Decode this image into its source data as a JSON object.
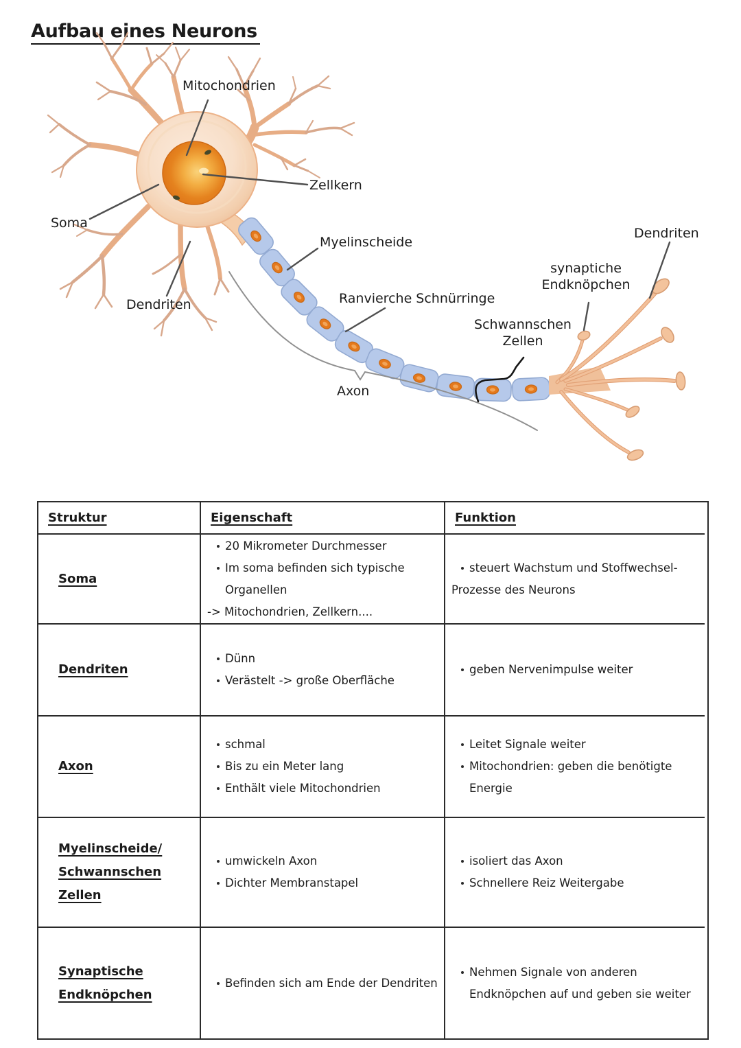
{
  "page": {
    "title": "Aufbau eines Neurons"
  },
  "diagram": {
    "labels": {
      "mitochondrien": "Mitochondrien",
      "zellkern": "Zellkern",
      "soma": "Soma",
      "dendriten_left": "Dendriten",
      "myelinscheide": "Myelinscheide",
      "ranvier": "Ranvierche Schnürringe",
      "axon": "Axon",
      "syn_end_line1": "synaptiche",
      "syn_end_line2": "Endknöpchen",
      "schwann_line1": "Schwannschen",
      "schwann_line2": "Zellen",
      "dendriten_right": "Dendriten"
    },
    "colors": {
      "soma_fill": "#f7dcc4",
      "soma_outline": "#e9b28a",
      "nucleus_outer": "#dd7318",
      "nucleus_inner": "#fad37a",
      "dendrite": "#e7ad85",
      "myelin_fill": "#b6c9ea",
      "myelin_outline": "#93aad2",
      "schwann_nucleus": "#ec8a2e",
      "terminal": "#e2a176",
      "pointer_line": "#4f4f4f",
      "axon_sweep_line": "#909090",
      "brace": "#161616"
    }
  },
  "table": {
    "headers": [
      "Struktur",
      "Eigenschaft",
      "Funktion"
    ],
    "rows": [
      {
        "struktur": [
          "Soma"
        ],
        "eigenschaft": [
          {
            "k": "b",
            "t": "20 Mikrometer Durchmesser"
          },
          {
            "k": "b",
            "t": "Im soma befinden sich typische"
          },
          {
            "k": "c",
            "t": "Organellen"
          },
          {
            "k": "p",
            "t": "-> Mitochondrien, Zellkern...."
          }
        ],
        "funktion": [
          {
            "k": "b",
            "t": "steuert Wachstum und Stoffwechsel-"
          },
          {
            "k": "p",
            "t": "Prozesse des Neurons"
          }
        ]
      },
      {
        "struktur": [
          "Dendriten"
        ],
        "eigenschaft": [
          {
            "k": "b",
            "t": "Dünn"
          },
          {
            "k": "b",
            "t": "Verästelt -> große Oberfläche"
          }
        ],
        "funktion": [
          {
            "k": "b",
            "t": "geben Nervenimpulse weiter"
          }
        ]
      },
      {
        "struktur": [
          "Axon"
        ],
        "eigenschaft": [
          {
            "k": "b",
            "t": "schmal"
          },
          {
            "k": "b",
            "t": "Bis zu ein Meter lang"
          },
          {
            "k": "b",
            "t": "Enthält viele Mitochondrien"
          }
        ],
        "funktion": [
          {
            "k": "b",
            "t": "Leitet Signale weiter"
          },
          {
            "k": "b",
            "t": "Mitochondrien: geben die benötigte"
          },
          {
            "k": "c",
            "t": "Energie"
          }
        ]
      },
      {
        "struktur": [
          "Myelinscheide/",
          "Schwannschen",
          "Zellen"
        ],
        "eigenschaft": [
          {
            "k": "b",
            "t": "umwickeln Axon"
          },
          {
            "k": "b",
            "t": "Dichter Membranstapel"
          }
        ],
        "funktion": [
          {
            "k": "b",
            "t": "isoliert das Axon"
          },
          {
            "k": "b",
            "t": "Schnellere Reiz Weitergabe"
          }
        ]
      },
      {
        "struktur": [
          "Synaptische",
          "Endknöpchen"
        ],
        "eigenschaft": [
          {
            "k": "b",
            "t": "Befinden sich am Ende der Dendriten"
          }
        ],
        "funktion": [
          {
            "k": "b",
            "t": "Nehmen Signale von anderen"
          },
          {
            "k": "c",
            "t": "Endknöpchen auf und geben sie weiter"
          }
        ]
      }
    ]
  }
}
